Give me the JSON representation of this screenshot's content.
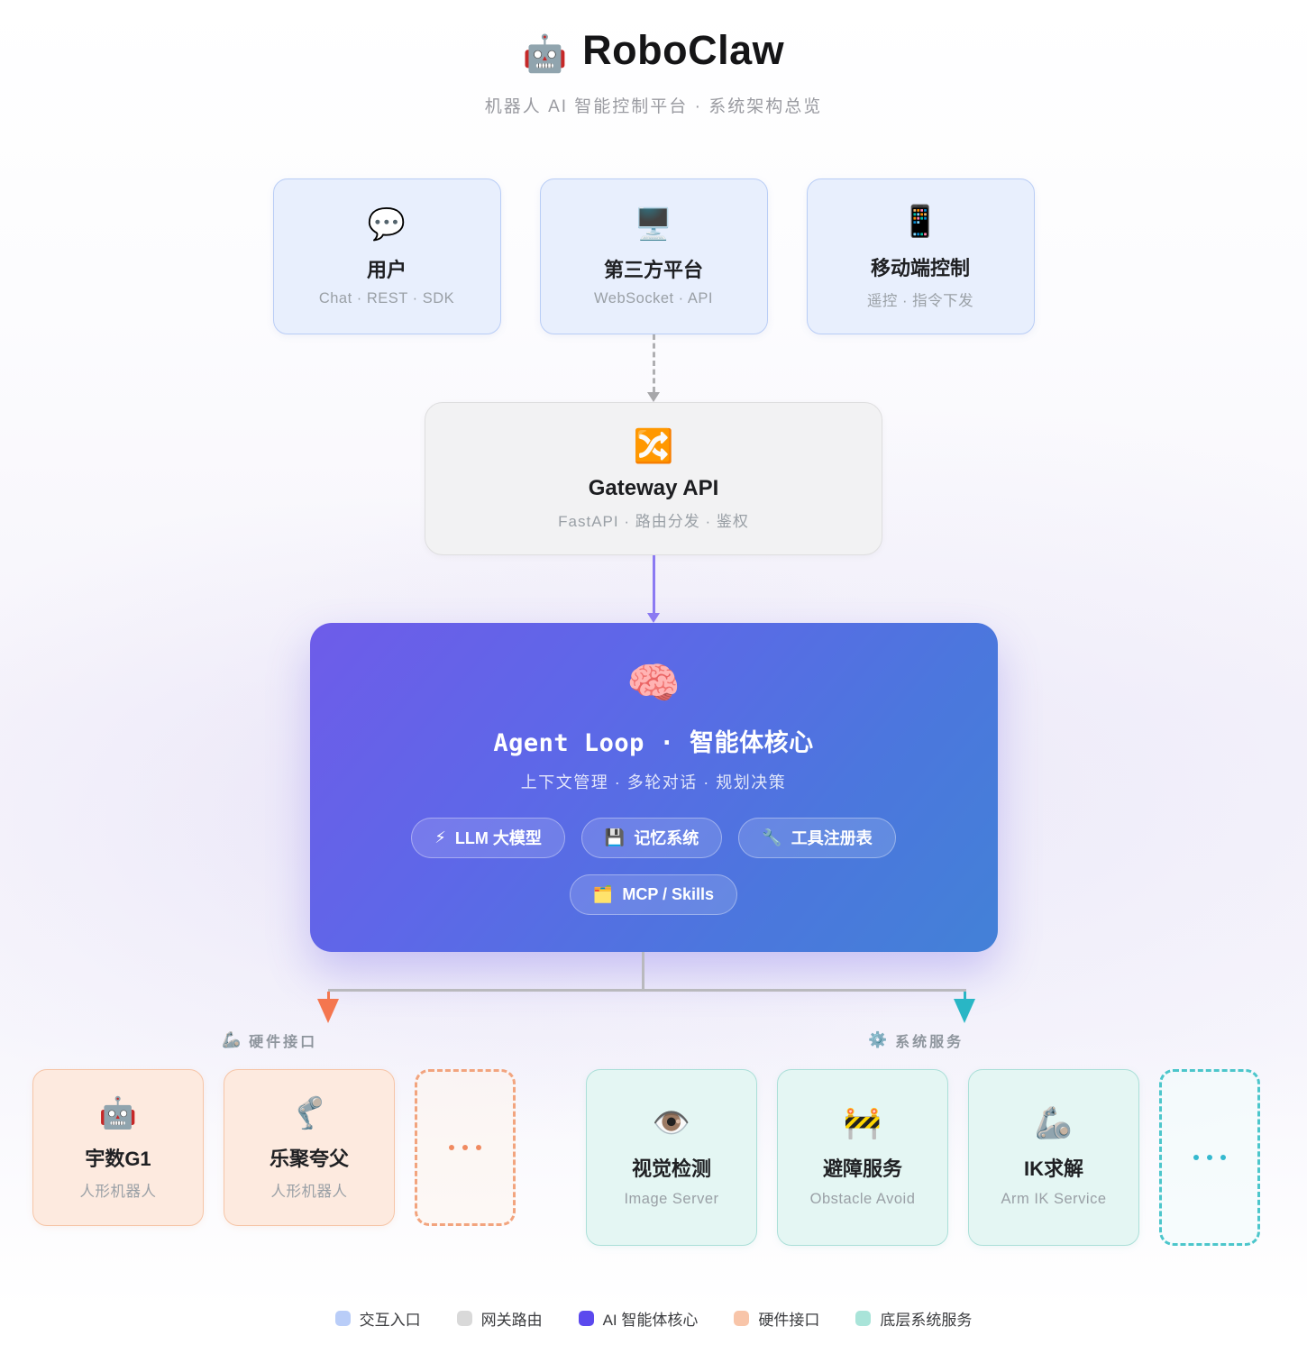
{
  "header": {
    "logo_icon": "🤖",
    "title": "RoboClaw",
    "subtitle": "机器人 AI 智能控制平台 · 系统架构总览"
  },
  "entry_nodes": [
    {
      "icon": "💬",
      "title": "用户",
      "subtitle": "Chat · REST · SDK"
    },
    {
      "icon": "🖥️",
      "title": "第三方平台",
      "subtitle": "WebSocket · API"
    },
    {
      "icon": "📱",
      "title": "移动端控制",
      "subtitle": "遥控 · 指令下发"
    }
  ],
  "gateway": {
    "icon": "🔀",
    "title": "Gateway API",
    "subtitle": "FastAPI · 路由分发 · 鉴权"
  },
  "agent": {
    "icon": "🧠",
    "title": "Agent Loop · 智能体核心",
    "subtitle": "上下文管理 · 多轮对话 · 规划决策",
    "chips": [
      {
        "icon": "⚡",
        "label": "LLM 大模型"
      },
      {
        "icon": "💾",
        "label": "记忆系统"
      },
      {
        "icon": "🔧",
        "label": "工具注册表"
      },
      {
        "icon": "🗂️",
        "label": "MCP / Skills"
      }
    ]
  },
  "branches": {
    "hardware": {
      "icon": "🦾",
      "label": "硬件接口",
      "arrow_color": "#f4764f"
    },
    "services": {
      "icon": "⚙️",
      "label": "系统服务",
      "arrow_color": "#29b6c5"
    }
  },
  "hardware_nodes": [
    {
      "icon": "🤖",
      "title": "宇数G1",
      "subtitle": "人形机器人"
    },
    {
      "icon": "🦿",
      "title": "乐聚夸父",
      "subtitle": "人形机器人"
    }
  ],
  "service_nodes": [
    {
      "icon": "👁️",
      "title": "视觉检测",
      "subtitle": "Image Server"
    },
    {
      "icon": "🚧",
      "title": "避障服务",
      "subtitle": "Obstacle Avoid"
    },
    {
      "icon": "🦾",
      "title": "IK求解",
      "subtitle": "Arm IK Service"
    }
  ],
  "legend": [
    {
      "color": "#b9cdf8",
      "label": "交互入口"
    },
    {
      "color": "#d9d9d9",
      "label": "网关路由"
    },
    {
      "color": "#5b49ee",
      "label": "AI 智能体核心"
    },
    {
      "color": "#f8c5a9",
      "label": "硬件接口"
    },
    {
      "color": "#a9e4d9",
      "label": "底层系统服务"
    }
  ]
}
